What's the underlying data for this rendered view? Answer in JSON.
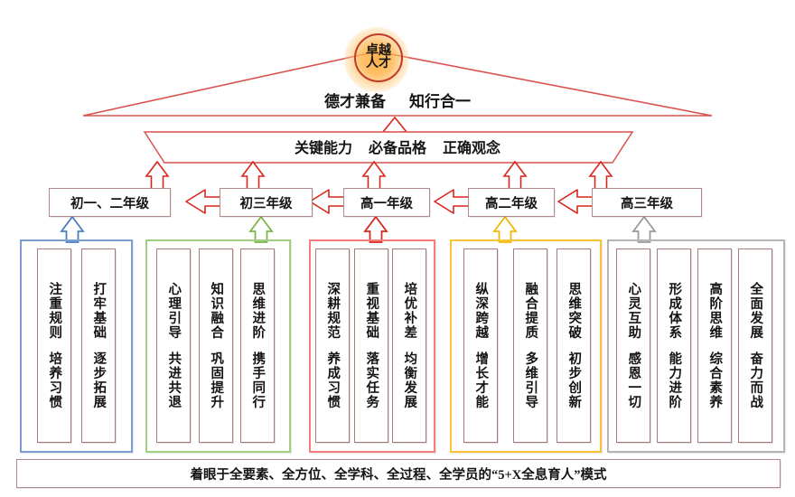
{
  "apex": {
    "line1": "卓越",
    "line2": "人才",
    "glow_color": "#ffae3c",
    "ring_color": "#c0392b"
  },
  "triangle_band": {
    "left_text": "德才兼备",
    "right_text": "知行合一",
    "stroke_color": "#d9534f"
  },
  "qualities_band": {
    "items": [
      "关键能力",
      "必备品格",
      "正确观念"
    ],
    "stroke_color": "#d9534f"
  },
  "grades": [
    {
      "label": "初一、二年级",
      "accent": "#4a7ebb"
    },
    {
      "label": "初三年级",
      "accent": "#7ab648"
    },
    {
      "label": "高一年级",
      "accent": "#d9261c"
    },
    {
      "label": "高二年级",
      "accent": "#f2b705"
    },
    {
      "label": "高三年级",
      "accent": "#9a9a9a"
    }
  ],
  "flow_arrows": {
    "count": 4,
    "color": "#d9261c",
    "label": "stage-progression-arrow"
  },
  "groups": [
    {
      "frame_color": "#7b9fd4",
      "columns": [
        {
          "top": "注重规则",
          "bottom": "培养习惯"
        },
        {
          "top": "打牢基础",
          "bottom": "逐步拓展"
        }
      ]
    },
    {
      "frame_color": "#9fcf7f",
      "columns": [
        {
          "top": "心理引导",
          "bottom": "共进共退"
        },
        {
          "top": "知识融合",
          "bottom": "巩固提升"
        },
        {
          "top": "思维进阶",
          "bottom": "携手同行"
        }
      ]
    },
    {
      "frame_color": "#f97b7b",
      "columns": [
        {
          "top": "深耕规范",
          "bottom": "养成习惯"
        },
        {
          "top": "重视基础",
          "bottom": "落实任务"
        },
        {
          "top": "培优补差",
          "bottom": "均衡发展"
        }
      ]
    },
    {
      "frame_color": "#fac236",
      "columns": [
        {
          "top": "纵深跨越",
          "bottom": "增长才能"
        },
        {
          "top": "融合提质",
          "bottom": "多维引导"
        },
        {
          "top": "思维突破",
          "bottom": "初步创新"
        }
      ]
    },
    {
      "frame_color": "#b5b5b5",
      "columns": [
        {
          "top": "心灵互助",
          "bottom": "感恩一切"
        },
        {
          "top": "形成体系",
          "bottom": "能力进阶"
        },
        {
          "top": "高阶思维",
          "bottom": "综合素养"
        },
        {
          "top": "全面发展",
          "bottom": "奋力而战"
        }
      ]
    }
  ],
  "footer": {
    "text": "着眼于全要素、全方位、全学科、全过程、全学员的“5+X全息育人”模式"
  }
}
